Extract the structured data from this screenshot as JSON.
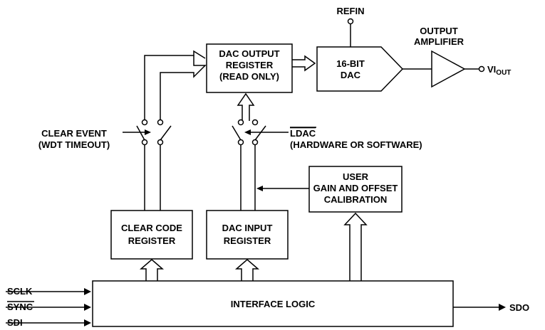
{
  "labels": {
    "refin": "REFIN",
    "output_amplifier_line1": "OUTPUT",
    "output_amplifier_line2": "AMPLIFIER",
    "vi": "VI",
    "vi_sub": "OUT",
    "dac_output_register": [
      "DAC OUTPUT",
      "REGISTER",
      "(READ ONLY)"
    ],
    "dac_16bit": [
      "16-BIT",
      "DAC"
    ],
    "clear_event": [
      "CLEAR EVENT",
      "(WDT TIMEOUT)"
    ],
    "ldac": [
      "LDAC",
      "(HARDWARE OR SOFTWARE)"
    ],
    "user_calibration": [
      "USER",
      "GAIN AND OFFSET",
      "CALIBRATION"
    ],
    "clear_code_register": [
      "CLEAR CODE",
      "REGISTER"
    ],
    "dac_input_register": [
      "DAC INPUT",
      "REGISTER"
    ],
    "interface_logic": "INTERFACE LOGIC",
    "sclk": "SCLK",
    "sync": "SYNC",
    "sdi": "SDI",
    "sdo": "SDO"
  }
}
